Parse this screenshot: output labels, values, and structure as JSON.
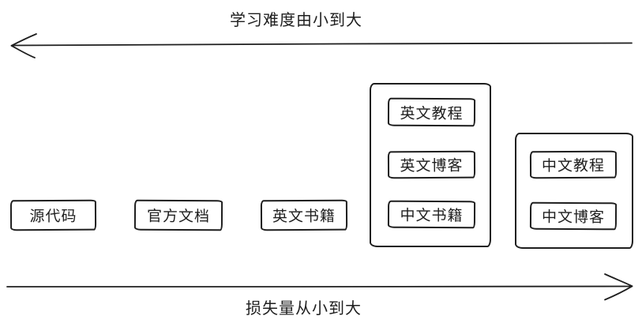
{
  "top_axis": {
    "label": "学习难度由小到大",
    "direction": "left"
  },
  "bottom_axis": {
    "label": "损失量从小到大",
    "direction": "right"
  },
  "nodes": [
    "源代码",
    "官方文档",
    "英文书籍"
  ],
  "groups": [
    [
      "英文教程",
      "英文博客",
      "中文书籍"
    ],
    [
      "中文教程",
      "中文博客"
    ]
  ],
  "colors": {
    "stroke": "#1e1e1e",
    "background": "#ffffff"
  }
}
